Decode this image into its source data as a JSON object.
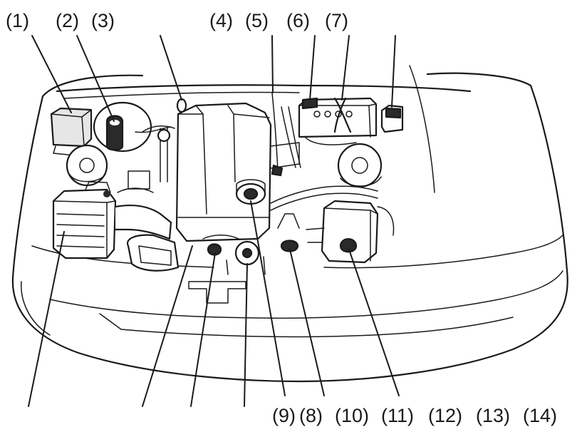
{
  "callouts": {
    "c1": "(1)",
    "c2": "(2)",
    "c3": "(3)",
    "c4": "(4)",
    "c5": "(5)",
    "c6": "(6)",
    "c7": "(7)",
    "c8": "(8)",
    "c9": "(9)",
    "c10": "(10)",
    "c11": "(11)",
    "c12": "(12)",
    "c13": "(13)",
    "c14": "(14)"
  }
}
